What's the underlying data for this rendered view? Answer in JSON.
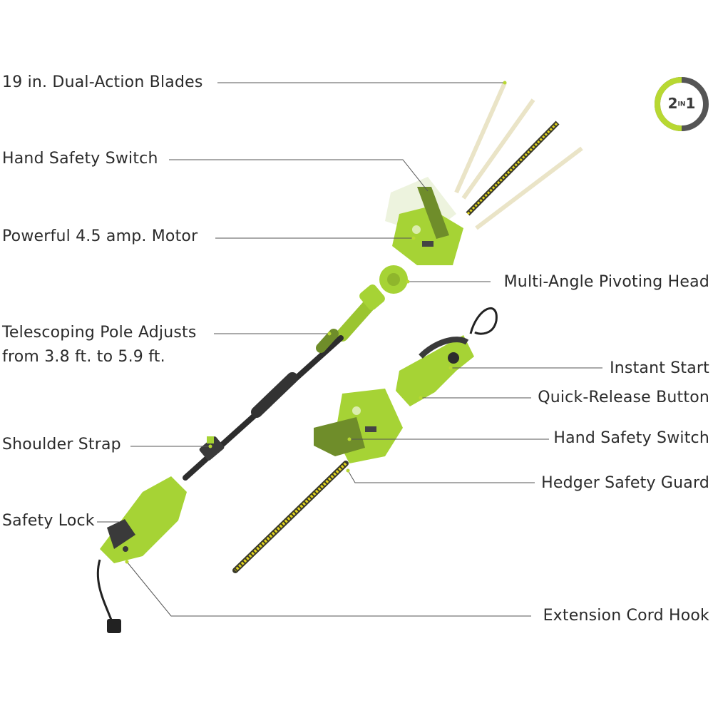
{
  "labels": {
    "blades": "19 in. Dual-Action Blades",
    "hand_safety_switch_top": "Hand Safety Switch",
    "motor": "Powerful 4.5 amp. Motor",
    "telescoping_line1": "Telescoping Pole Adjusts",
    "telescoping_line2": "from 3.8 ft. to 5.9 ft.",
    "shoulder_strap": "Shoulder Strap",
    "safety_lock": "Safety Lock",
    "pivoting_head": "Multi-Angle Pivoting Head",
    "instant_start": "Instant Start",
    "quick_release": "Quick-Release Button",
    "hand_safety_switch_bottom": "Hand Safety Switch",
    "hedger_guard": "Hedger Safety Guard",
    "cord_hook": "Extension Cord Hook"
  },
  "badge": {
    "number": "2",
    "small": "IN",
    "suffix": "1"
  },
  "colors": {
    "body_green": "#a6d335",
    "dark_green": "#6f8d2a",
    "handle_dark": "#3a3a3a",
    "blade_yellow": "#e3d51c",
    "leader_line": "#555555",
    "badge_grey": "#555555"
  }
}
